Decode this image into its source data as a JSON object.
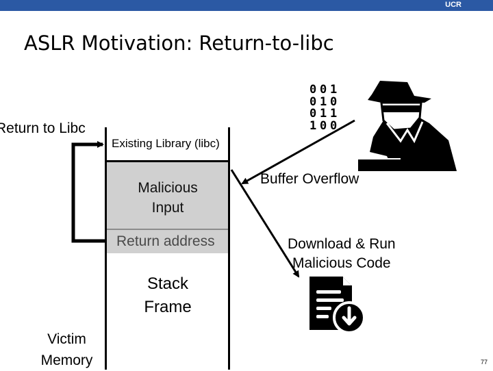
{
  "header": {
    "org": "UCR"
  },
  "slide": {
    "title": "ASLR Motivation: Return-to-libc",
    "page_number": "77"
  },
  "labels": {
    "return_to_libc": "Return to Libc",
    "existing_library": "Existing Library (libc)",
    "malicious_input_line1": "Malicious",
    "malicious_input_line2": "Input",
    "return_address": "Return address",
    "stack_frame_line1": "Stack",
    "stack_frame_line2": "Frame",
    "victim_memory_line1": "Victim",
    "victim_memory_line2": "Memory",
    "buffer_overflow": "Buffer Overflow",
    "download_line1": "Download & Run",
    "download_line2": "Malicious Code"
  },
  "binary_digits": [
    [
      "0",
      "0",
      "1"
    ],
    [
      "0",
      "1",
      "0"
    ],
    [
      "0",
      "1",
      "1"
    ],
    [
      "1",
      "0",
      "0"
    ]
  ],
  "icons": {
    "hacker": "hacker-icon",
    "download_doc": "document-download-icon"
  },
  "colors": {
    "topbar": "#2b59a4",
    "memory_block": "#d0d0d0"
  }
}
